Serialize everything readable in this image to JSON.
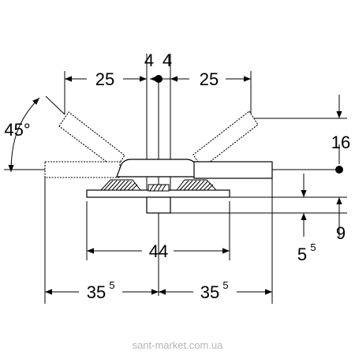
{
  "dimensions": {
    "top_left": "25",
    "top_mid_left": "4",
    "top_mid_right": "4",
    "top_right": "25",
    "angle": "45°",
    "right_height": "16",
    "right_depth": "9",
    "right_lower_base": "5",
    "right_lower_sup": "5",
    "base_width": "44",
    "bottom_left_base": "35",
    "bottom_left_sup": "5",
    "bottom_right_base": "35",
    "bottom_right_sup": "5"
  },
  "watermark": "sant-market.com.ua"
}
